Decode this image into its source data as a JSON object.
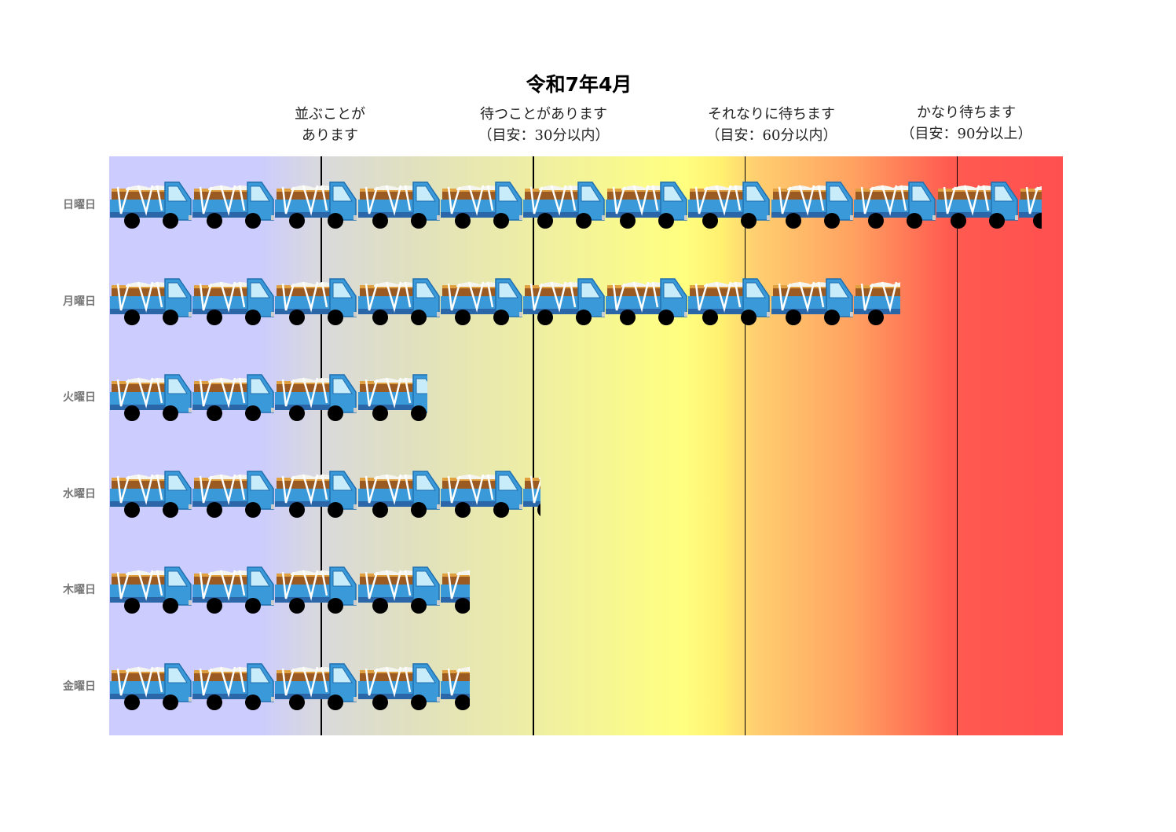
{
  "chart_data": {
    "type": "bar",
    "style": "pictograph",
    "title": "令和7年4月",
    "categories": [
      "日曜日",
      "月曜日",
      "火曜日",
      "水曜日",
      "木曜日",
      "金曜日"
    ],
    "values": [
      132,
      112,
      45,
      61,
      51,
      51
    ],
    "unit": "minutes",
    "minutes_per_icon": 11.7,
    "xlim": [
      0,
      135
    ],
    "zone_boundaries": [
      30,
      60,
      90,
      120
    ],
    "zones": [
      {
        "label": "並ぶことが\nあります"
      },
      {
        "label": "待つことがあります\n（目安：30分以内）"
      },
      {
        "label": "それなりに待ちます\n（目安：60分以内）"
      },
      {
        "label": "かなり待ちます\n（目安：90分以上）"
      }
    ],
    "icon": "dump-truck-icon",
    "colors": {
      "low": "#ccccff",
      "mid": "#ffff80",
      "high": "#ff5050",
      "truck": "#3a9ad9"
    }
  }
}
